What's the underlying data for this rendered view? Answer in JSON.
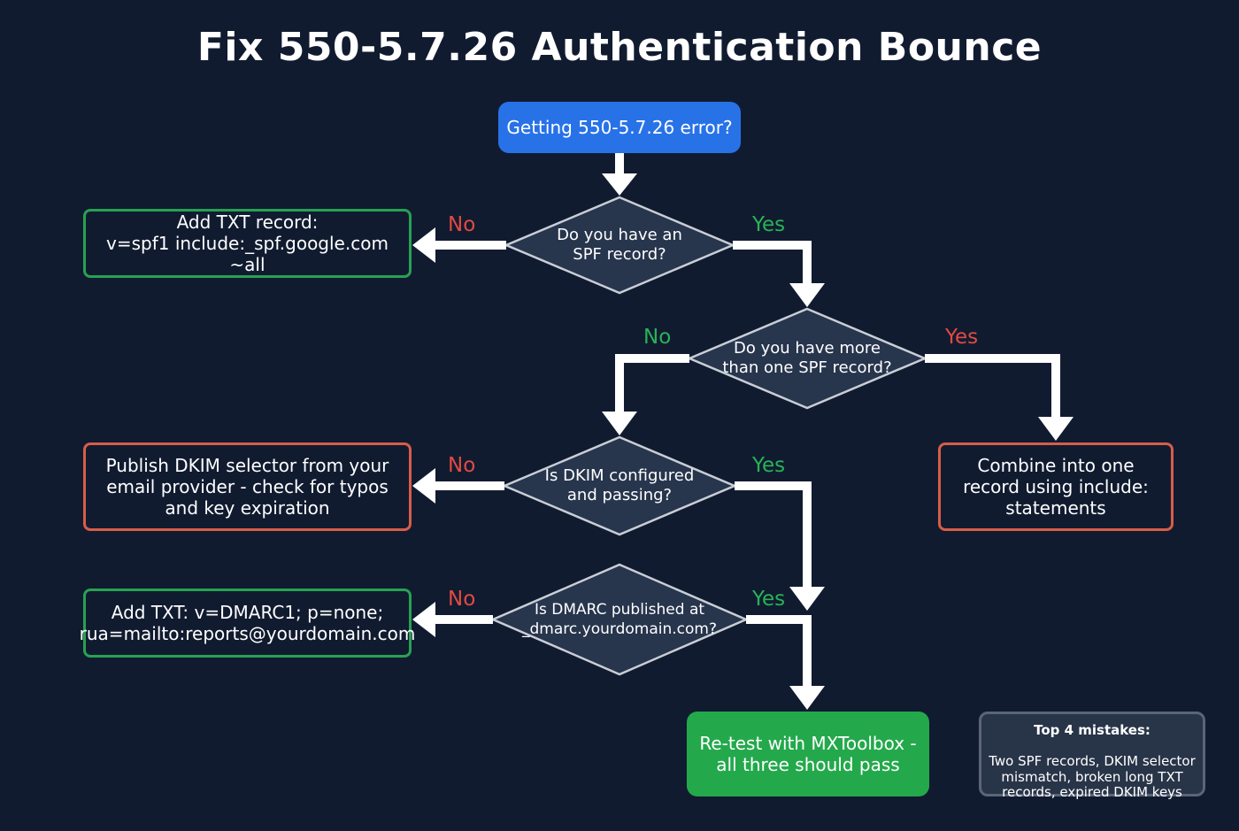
{
  "title": "Fix 550-5.7.26 Authentication Bounce",
  "colors": {
    "background": "#111b30",
    "start_blue": "#2872e8",
    "success_green": "#23a94b",
    "outline_green": "#27a153",
    "outline_red": "#d85d48",
    "yes_label": "#27b456",
    "no_label": "#e24a42",
    "diamond_fill": "#27354d",
    "connector": "#ffffff"
  },
  "nodes": {
    "start": "Getting 550-5.7.26 error?",
    "q_spf": "Do you have an\nSPF record?",
    "q_multi_spf": "Do you have more\nthan one SPF record?",
    "q_dkim": "Is DKIM configured\nand passing?",
    "q_dmarc": "Is DMARC published at\n_dmarc.yourdomain.com?",
    "fix_spf": "Add TXT record:\nv=spf1 include:_spf.google.com ~all",
    "fix_combine": "Combine into one\nrecord using include:\nstatements",
    "fix_dkim": "Publish DKIM selector from your\nemail provider - check for typos\nand key expiration",
    "fix_dmarc": "Add TXT: v=DMARC1; p=none;\nrua=mailto:reports@yourdomain.com",
    "retest": "Re-test with MXToolbox -\nall three should pass"
  },
  "edges": {
    "spf_no": "No",
    "spf_yes": "Yes",
    "multi_no": "No",
    "multi_yes": "Yes",
    "dkim_no": "No",
    "dkim_yes": "Yes",
    "dmarc_no": "No",
    "dmarc_yes": "Yes"
  },
  "note": {
    "heading": "Top 4 mistakes:",
    "body": "Two SPF records, DKIM selector\nmismatch, broken long TXT\nrecords, expired DKIM keys"
  }
}
